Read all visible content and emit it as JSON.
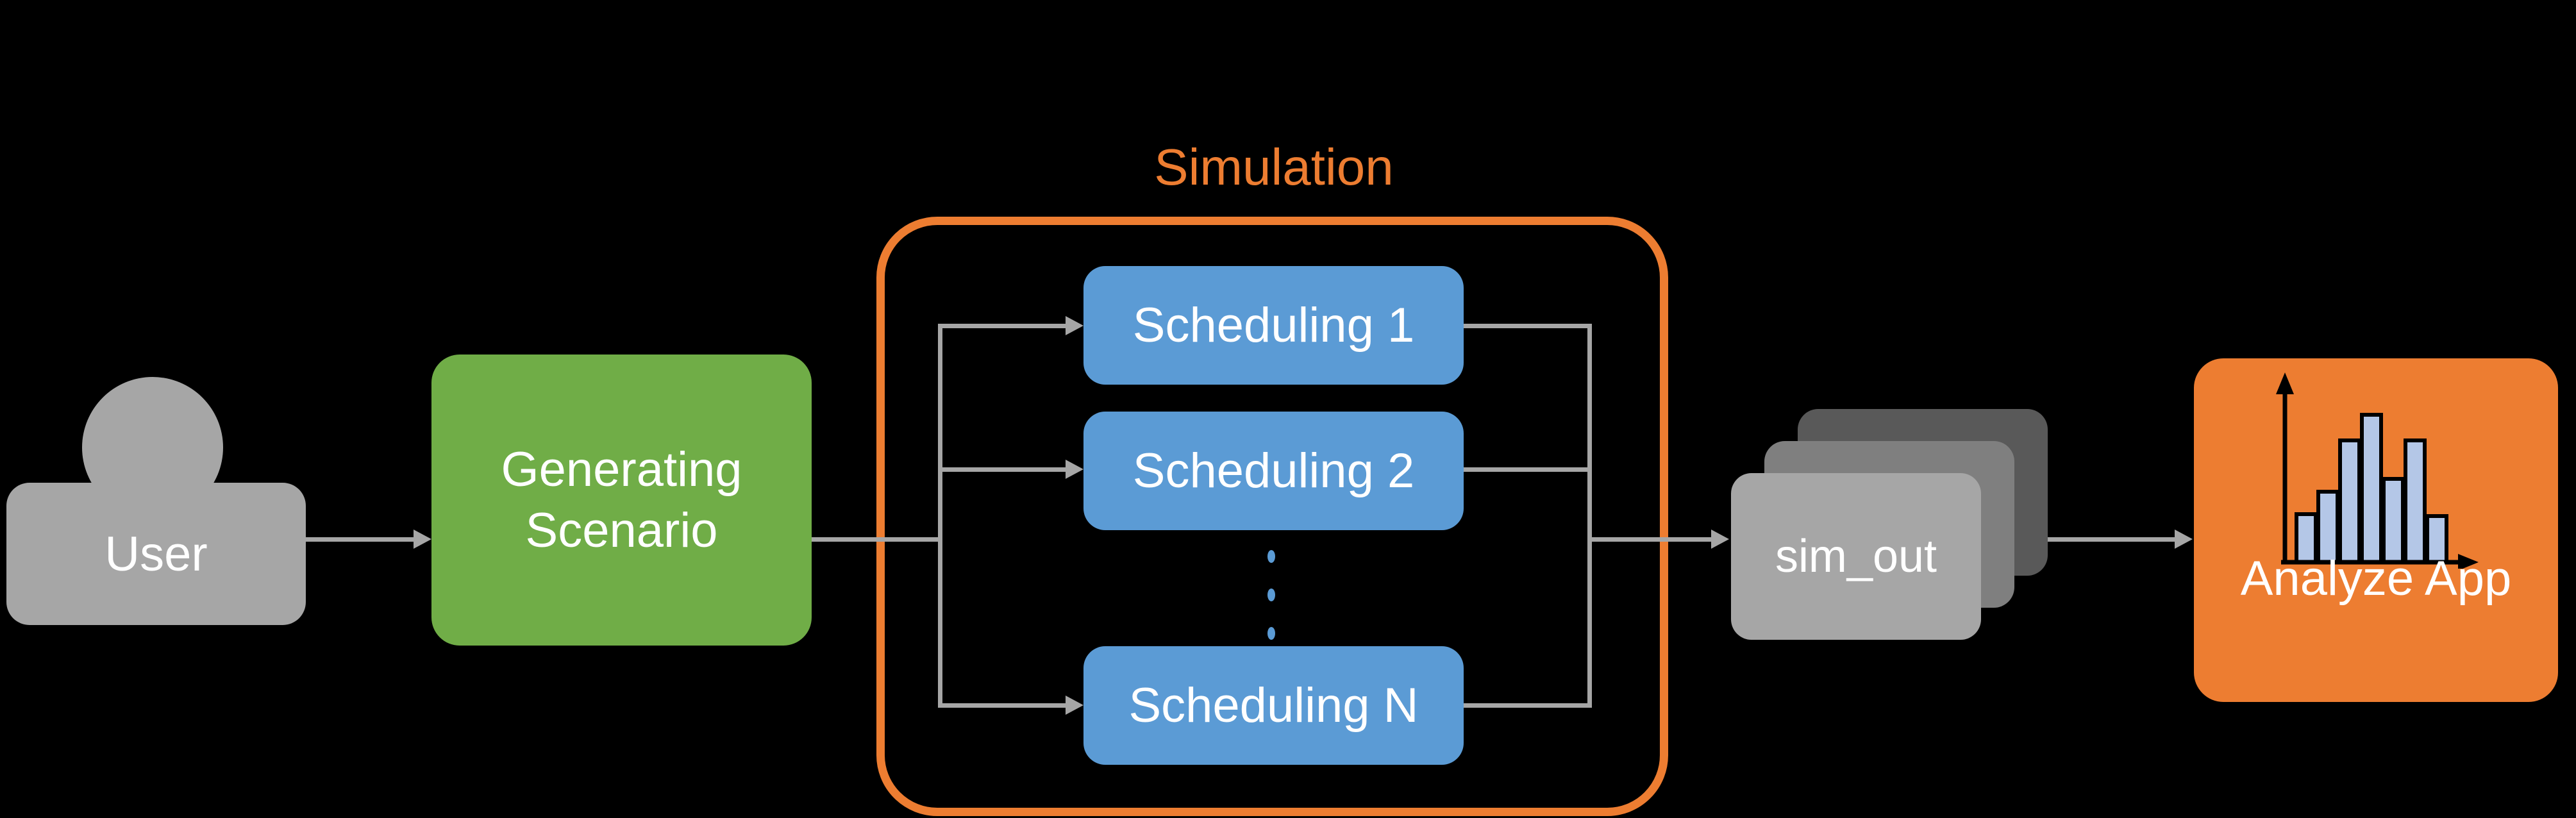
{
  "diagram": {
    "background": "#000000",
    "connector_color": "#A6A6A6",
    "user": {
      "label": "User",
      "color": "#A6A6A6",
      "text_color": "#FFFFFF"
    },
    "generating": {
      "label": "Generating Scenario",
      "color": "#70AD47"
    },
    "simulation": {
      "title": "Simulation",
      "title_color": "#ED7D31",
      "border_color": "#ED7D31",
      "box_color": "#5B9BD5",
      "schedulers": [
        "Scheduling 1",
        "Scheduling 2",
        "Scheduling N"
      ],
      "ellipsis_dot_color": "#5B9BD5"
    },
    "sim_out": {
      "label": "sim_out",
      "front_color": "#A6A6A6",
      "middle_color": "#7F7F7F",
      "back_color": "#595959"
    },
    "analyze": {
      "label": "Analyze App",
      "color": "#ED7D31",
      "icon": "histogram-icon",
      "icon_bar_color": "#B4C7E7",
      "icon_axis_color": "#000000",
      "icon_bars": [
        75,
        110,
        190,
        230,
        130,
        190,
        72
      ]
    }
  }
}
